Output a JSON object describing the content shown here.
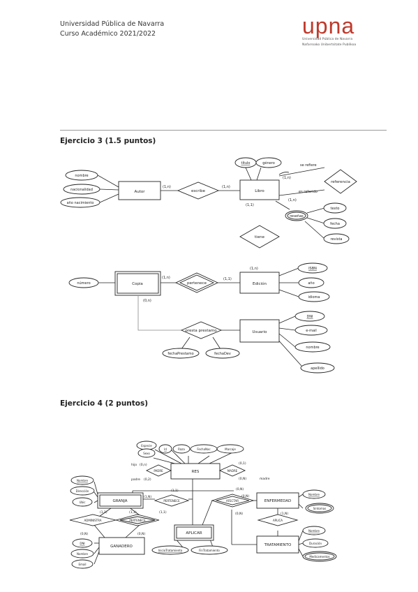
{
  "header": {
    "university": "Universidad Pública de Navarra",
    "course": "Curso Académico 2021/2022",
    "logo_word": "upna",
    "logo_sub1": "Universidad Pública de Navarra",
    "logo_sub2": "Nafarroako Unibertsitate Publikoa"
  },
  "ex3": {
    "title": "Ejercicio 3 (1.5 puntos)",
    "entities": {
      "autor": "Autor",
      "libro": "Libro",
      "copia": "Copia",
      "edicion": "Edición",
      "usuario": "Usuario"
    },
    "relations": {
      "escribe": "escribe",
      "referencia": "referencia",
      "tiene": "tiene",
      "pertenece": "pertenece",
      "presta": "presta prestamo"
    },
    "attrs": {
      "nombre": "nombre",
      "nacionalidad": "nacionalidad",
      "nacimiento": "año nacimiento",
      "titulo": "título",
      "genero": "género",
      "resenas": "reseñas",
      "texto": "texto",
      "fecha": "fecha",
      "revista": "revista",
      "numero": "número",
      "isbn": "ISBN",
      "ano": "año",
      "idioma": "idioma",
      "dni": "DNI",
      "email": "e-mail",
      "unombre": "nombre",
      "apellido": "apellido",
      "fecha_pres": "fechaPrestamo",
      "fecha_dev": "fechaDev"
    },
    "labels": {
      "c1": "(1,n)",
      "c2": "(1,n)",
      "c3": "(1,n)",
      "c4": "(1,1)",
      "c5": "(1,n)",
      "c6": "(1,n)",
      "c7": "(1,1)",
      "c8": "(1,n)",
      "c9": "(0,n)",
      "se_refiere": "se refiere",
      "es_referido": "es referido"
    }
  },
  "ex4": {
    "title": "Ejercicio 4 (2 puntos)",
    "entities": {
      "res": "RES",
      "granja": "GRANJA",
      "ganadero": "GANADERO",
      "aplicar": "APLICAR",
      "enfermedad": "ENFERMEDAD",
      "tratamiento": "TRATAMIENTO"
    },
    "relations": {
      "padre": "PADRE",
      "madre": "MADRE",
      "pertenece": "PERTENECE",
      "pertenece2": "PERTENECE",
      "administra": "ADMINISTRA",
      "afectar": "AFECTAR",
      "aplica": "APLICA"
    },
    "attrs": {
      "especie": "Especie",
      "sexo": "Sexo",
      "id": "Id",
      "raza": "Raza",
      "fecha_nac": "FechaNac",
      "marcaje": "Marcaje",
      "nombre": "Nombre",
      "direccion": "Dirección",
      "ubic": "Ubic",
      "dni": "DNI",
      "gnombre": "Nombre",
      "email": "Email",
      "inicio": "InicioTratamiento",
      "fin": "FinTratamiento",
      "enombre": "Nombre",
      "sintomas": "Síntomas",
      "tnombre": "Nombre",
      "duracion": "Duración",
      "medicamentos": "Medicamentos"
    },
    "labels": {
      "hijo": "hijo",
      "padre": "padre",
      "madre": "madre",
      "p1": "(0,n)",
      "p2": "(0,2)",
      "p3": "(0,1)",
      "p4": "(0,N)",
      "g1": "(1,N)",
      "g2": "(1,1)",
      "g3": "(1,1)",
      "g4": "(1,1)",
      "g5": "(0,N)",
      "g6": "(1,1)",
      "g7": "(0,N)",
      "a1": "(0,N)",
      "a2": "(0,N)",
      "a3": "(1,N)",
      "a4": "(0,N)"
    }
  }
}
